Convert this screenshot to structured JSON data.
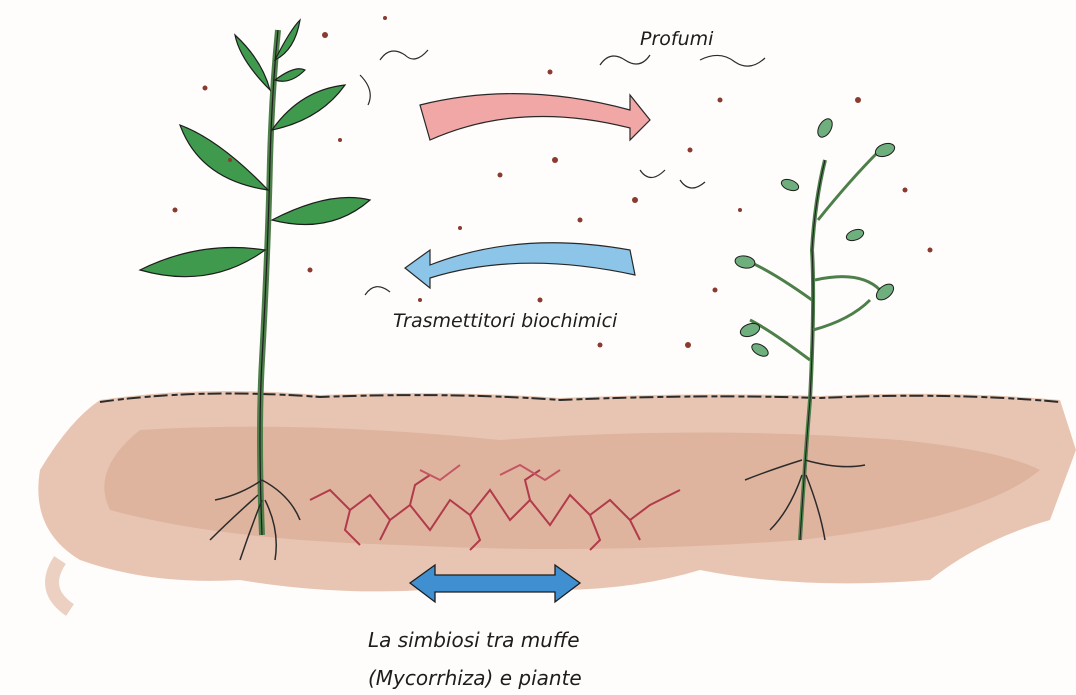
{
  "labels": {
    "scents": "Profumi",
    "biochemical": "Trasmettitori biochimici",
    "symbiosis_line1": "La simbiosi tra muffe",
    "symbiosis_line2": "(Mycorrhiza) e piante"
  },
  "colors": {
    "soil": "#d9a98e",
    "soil_dark": "#c58d72",
    "leaf": "#3f9a4e",
    "leaf_dark": "#2f7a3a",
    "stem": "#4d7f4a",
    "arrow_scents": "#f2a3a3",
    "arrow_biochemical": "#86c3e6",
    "arrow_symbiosis": "#3f8fd1",
    "mycelium": "#b13b4b",
    "particles": "#8a3a2e",
    "ink": "#1d1d1d"
  },
  "icons": [
    "plant-left-icon",
    "plant-right-icon",
    "roots-icon",
    "arrow-right-icon",
    "arrow-left-icon",
    "arrow-double-icon",
    "mycelium-network-icon",
    "scent-swirl-icon"
  ]
}
